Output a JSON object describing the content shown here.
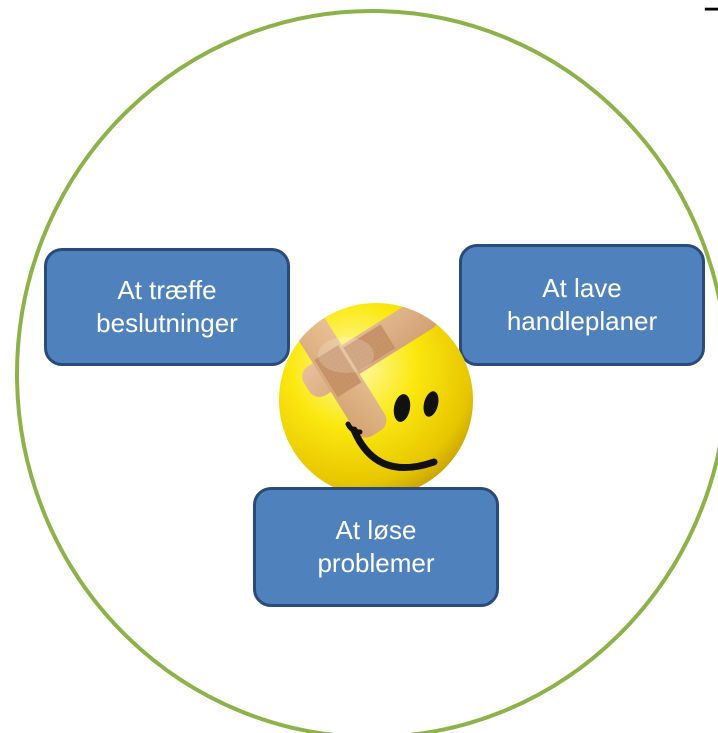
{
  "diagram": {
    "ring_color": "#8db24a",
    "box_fill": "#4f81bd",
    "box_border": "#2a4a7a",
    "box_text_color": "#ffffff",
    "boxes": [
      {
        "line1": "At træffe",
        "line2": "beslutninger"
      },
      {
        "line1": "At lave",
        "line2": "handleplaner"
      },
      {
        "line1": "At løse",
        "line2": "problemer"
      }
    ],
    "center_image": "smiley-with-bandage-icon"
  }
}
